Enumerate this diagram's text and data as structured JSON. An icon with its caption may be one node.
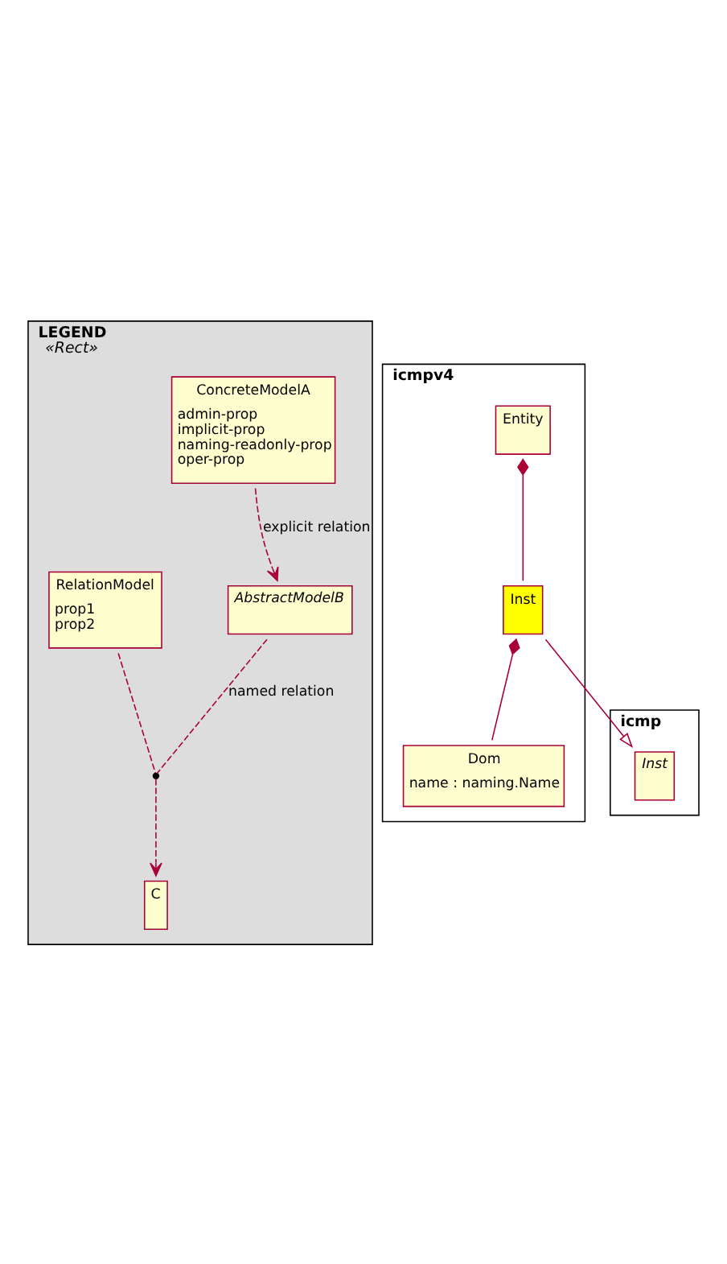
{
  "diagram": {
    "nodes": [
      {
        "text": [
          "LEGEND",
          "«Rect»"
        ]
      },
      {
        "text": [
          "ConcreteModelA",
          "admin-prop",
          "implicit-prop",
          "naming-readonly-prop",
          "oper-prop"
        ],
        "in": 0
      },
      {
        "text": [
          "AbstractModelB"
        ],
        "in": 0
      },
      {
        "text": [],
        "shape": "circle",
        "in": 0
      },
      {
        "text": [
          "RelationModel",
          "prop1",
          "prop2"
        ],
        "in": 0
      },
      {
        "text": [
          "C"
        ],
        "in": 0
      },
      {
        "text": [
          "icmpv4"
        ]
      },
      {
        "text": [
          "Entity"
        ],
        "in": 6
      },
      {
        "text": [
          "Inst"
        ],
        "in": 6
      },
      {
        "text": [
          "Dom",
          "name : naming.Name"
        ],
        "in": 6
      },
      {
        "text": [
          "icmp"
        ]
      },
      {
        "text": [
          "Inst"
        ],
        "in": 10
      }
    ],
    "edges": [
      {
        "from": 1,
        "to": 2,
        "arrow": "to",
        "style": "dashed",
        "label": "explicit relation"
      },
      {
        "from": 2,
        "to": 3,
        "arrow": "none",
        "style": "dashed",
        "label": "named relation"
      },
      {
        "from": 3,
        "to": 5,
        "arrow": "to",
        "style": "dashed"
      },
      {
        "from": 4,
        "to": 3,
        "arrow": "none",
        "style": "dashed"
      },
      {
        "from": 7,
        "to": 8,
        "arrow": "other"
      },
      {
        "from": 8,
        "to": 9,
        "arrow": "other"
      },
      {
        "from": 8,
        "to": 11,
        "arrow": "to"
      }
    ]
  }
}
